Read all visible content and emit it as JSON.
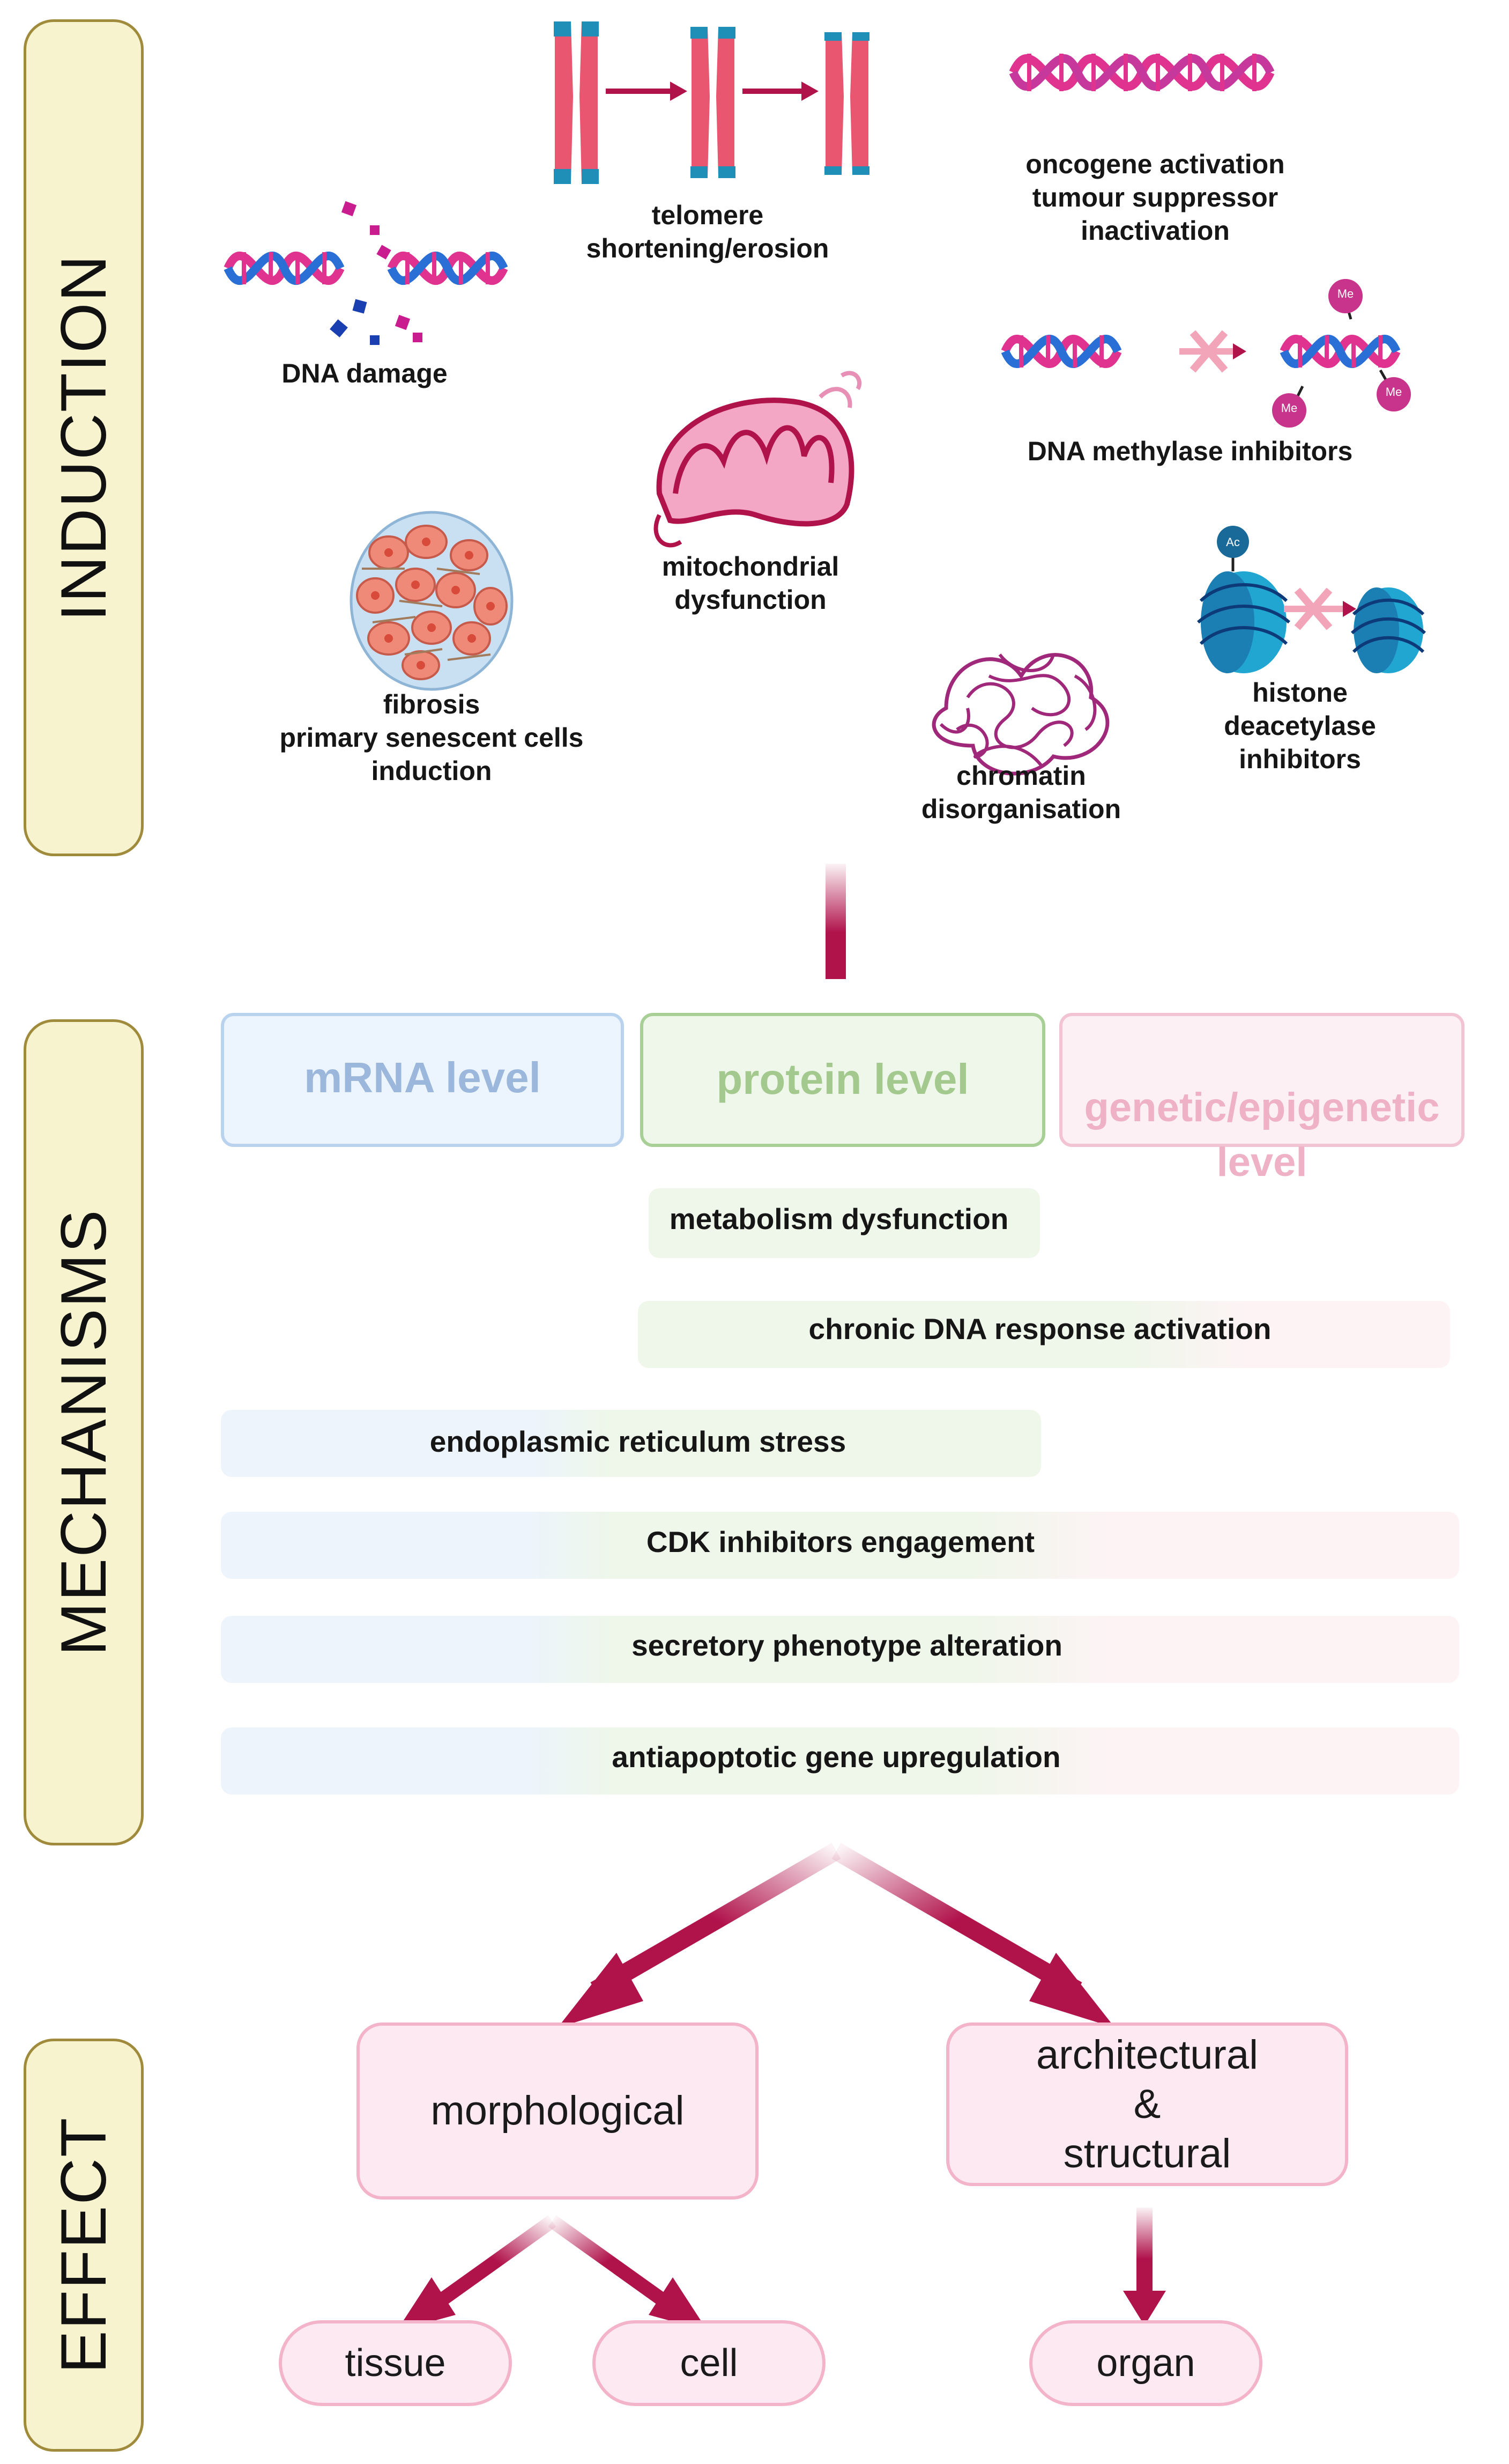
{
  "sections": {
    "induction": "INDUCTION",
    "mechanisms": "MECHANISMS",
    "effect": "EFFECT"
  },
  "induction": {
    "telomere": "telomere\nshortening/erosion",
    "oncogene": "oncogene activation\ntumour suppressor\ninactivation",
    "dna_damage": "DNA damage",
    "methylase": "DNA methylase inhibitors",
    "mitochondrial": "mitochondrial\ndysfunction",
    "fibrosis": "fibrosis\nprimary senescent cells\ninduction",
    "chromatin": "chromatin\ndisorganisation",
    "histone": "histone\ndeacetylase\ninhibitors",
    "me_tag": "Me",
    "ac_tag": "Ac"
  },
  "levels": {
    "mrna": "mRNA level",
    "protein": "protein level",
    "genetic": "genetic/epigenetic\nlevel"
  },
  "mechanisms": [
    "metabolism dysfunction",
    "chronic DNA response activation",
    "endoplasmic reticulum stress",
    "CDK inhibitors engagement",
    "secretory phenotype alteration",
    "antiapoptotic gene upregulation"
  ],
  "effects": {
    "morphological": "morphological",
    "architectural": "architectural\n&\nstructural",
    "tissue": "tissue",
    "cell": "cell",
    "organ": "organ"
  },
  "colors": {
    "accent": "#b0124a",
    "mrna": "#a9c6e8",
    "protein": "#a8cf96",
    "genetic": "#f2c3d3",
    "dna_pink": "#e0338f",
    "dna_blue": "#2a6fd6",
    "chromosome": "#e8566f",
    "telomere_cap": "#1f8fb8",
    "nucleosome": "#20a6d0"
  }
}
